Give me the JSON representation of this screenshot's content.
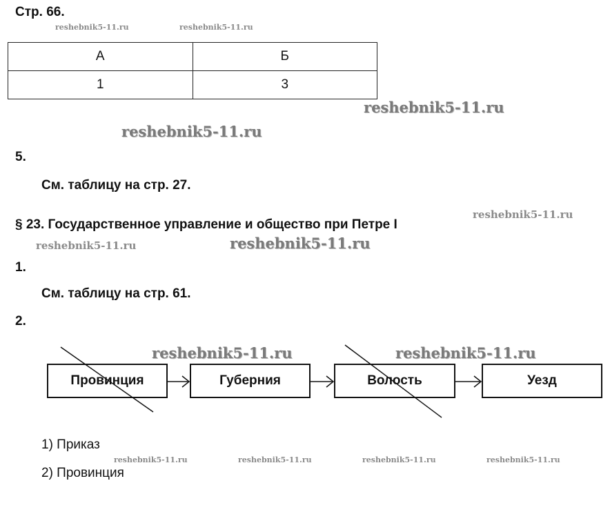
{
  "page_heading": "Стр. 66.",
  "watermark": "reshebnik5-11.ru",
  "table": {
    "headers": [
      "А",
      "Б"
    ],
    "rows": [
      [
        "1",
        "3"
      ]
    ]
  },
  "task5": {
    "number": "5.",
    "text": "См. таблицу на стр. 27."
  },
  "section_title": "§ 23. Государственное управление и общество при Петре I",
  "task1": {
    "number": "1.",
    "text": "См. таблицу на стр. 61."
  },
  "task2": {
    "number": "2.",
    "chain": [
      "Провинция",
      "Губерния",
      "Волость",
      "Уезд"
    ],
    "crossed_out": [
      "Провинция",
      "Волость"
    ],
    "answers": [
      "1) Приказ",
      "2) Провинция"
    ]
  }
}
